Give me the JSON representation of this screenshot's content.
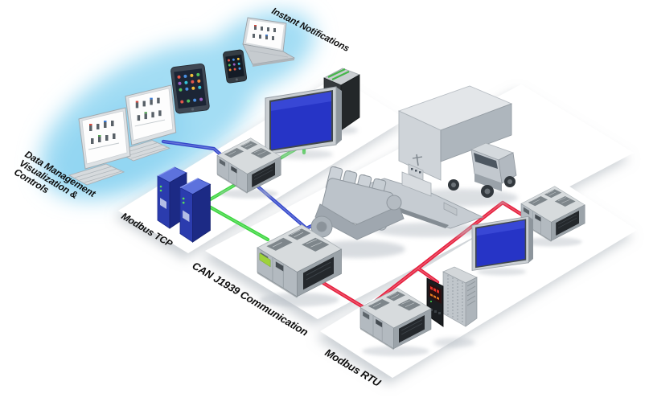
{
  "labels": {
    "instant_notifications": "Instant Notifications",
    "data_management": [
      "Data Management",
      "Visualization &",
      "Controls"
    ],
    "modbus_tcp": "Modbus TCP",
    "can_j1939": "CAN J1939 Communication",
    "modbus_rtu": "Modbus RTU"
  },
  "colors": {
    "modbus_tcp_line": "#3347cb",
    "instant_notifications_line": "#3bd63e",
    "modbus_rtu_line": "#e61e3c",
    "cloud": "#9edcf3",
    "platform": "#ffffff",
    "hmi_screen": "#2634c6",
    "gateway_box_blue": "#2b3cae"
  },
  "zones": [
    {
      "name": "data-management-cloud",
      "label_ref": "data_management",
      "devices": [
        "desktop-computer",
        "desktop-computer",
        "tablet",
        "smartphone",
        "laptop"
      ]
    },
    {
      "name": "modbus-tcp-platform",
      "label_ref": "modbus_tcp",
      "devices": [
        "protocol-gateway",
        "protocol-gateway",
        "plc-controller",
        "hmi-display",
        "notification-gateway"
      ]
    },
    {
      "name": "can-j1939-platform",
      "label_ref": "can_j1939",
      "devices": [
        "plc-gateway-controller",
        "diesel-engine",
        "ship",
        "truck"
      ]
    },
    {
      "name": "modbus-rtu-platform",
      "label_ref": "modbus_rtu",
      "devices": [
        "plc-controller",
        "hmi-display",
        "temperature-controller",
        "plc-controller"
      ]
    }
  ],
  "networks": [
    {
      "name": "modbus-tcp",
      "color_ref": "modbus_tcp_line",
      "connects": [
        "desktop-computers",
        "protocol-gateways",
        "plc-gateway-controller",
        "diesel-engine"
      ]
    },
    {
      "name": "instant-notifications",
      "color_ref": "instant_notifications_line",
      "connects": [
        "notification-gateway",
        "hmi-display",
        "plc-controller",
        "plc-gateway-controller"
      ]
    },
    {
      "name": "modbus-rtu",
      "color_ref": "modbus_rtu_line",
      "connects": [
        "plc-gateway-controller",
        "plc-controller",
        "hmi-display",
        "temperature-controller",
        "plc-controller"
      ]
    }
  ]
}
